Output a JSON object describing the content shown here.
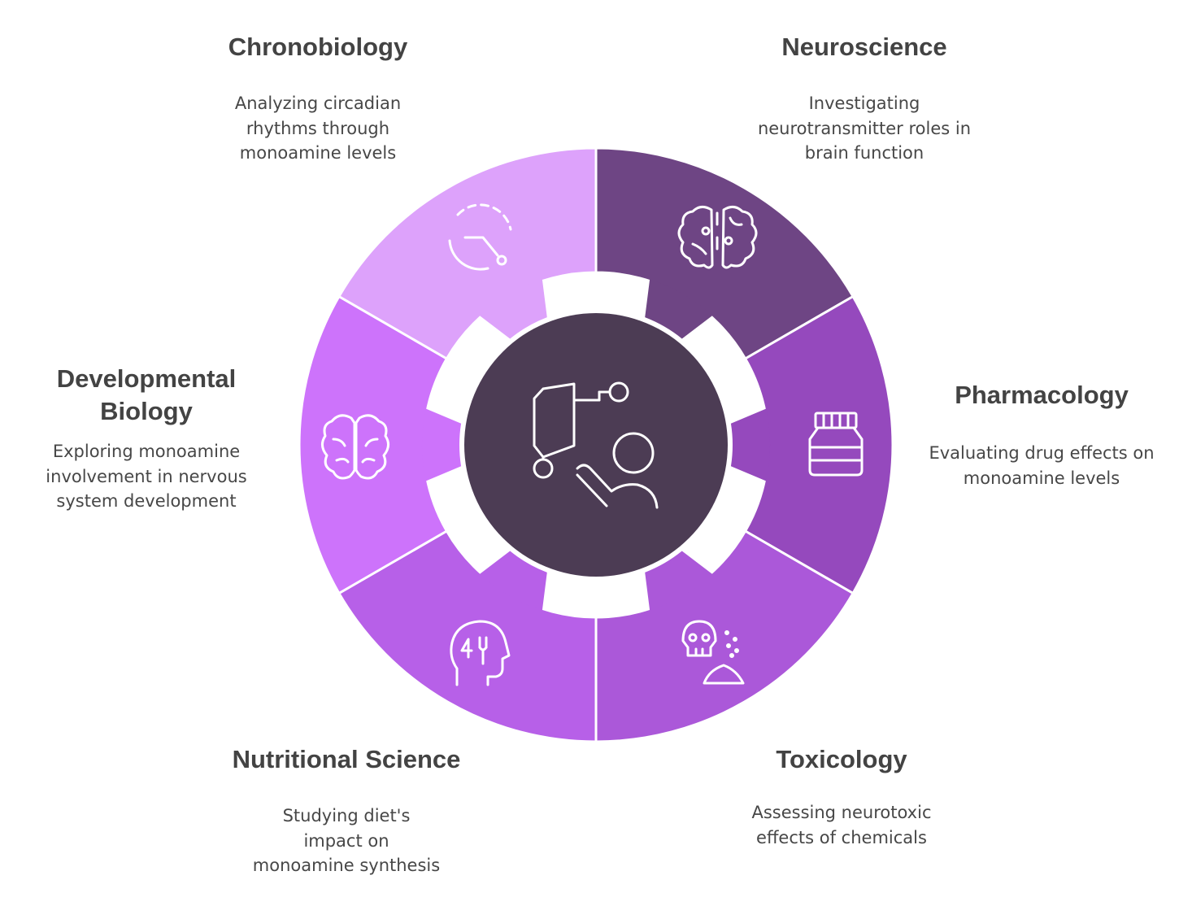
{
  "colors": {
    "chronobiology": "#dda2fb",
    "neuroscience": "#6e4584",
    "pharmacology": "#9549bd",
    "toxicology": "#ab58d9",
    "nutritional": "#b760e8",
    "developmental": "#cd73fb",
    "hub": "#4c3c54"
  },
  "center": {
    "icon": "researcher-network-icon"
  },
  "segments": [
    {
      "id": "neuroscience",
      "title": "Neuroscience",
      "description": "Investigating neurotransmitter roles in brain function",
      "icon": "brain-circuit-icon"
    },
    {
      "id": "pharmacology",
      "title": "Pharmacology",
      "description": "Evaluating drug effects on monoamine levels",
      "icon": "medicine-jar-icon"
    },
    {
      "id": "toxicology",
      "title": "Toxicology",
      "description": "Assessing neurotoxic effects of chemicals",
      "icon": "skull-powder-icon"
    },
    {
      "id": "nutritional",
      "title": "Nutritional Science",
      "description": "Studying diet's impact on monoamine synthesis",
      "icon": "head-fork-icon"
    },
    {
      "id": "developmental",
      "title": "Developmental Biology",
      "description": "Exploring monoamine involvement in nervous system development",
      "icon": "brain-icon"
    },
    {
      "id": "chronobiology",
      "title": "Chronobiology",
      "description": "Analyzing circadian rhythms through monoamine levels",
      "icon": "clock-cycle-icon"
    }
  ]
}
